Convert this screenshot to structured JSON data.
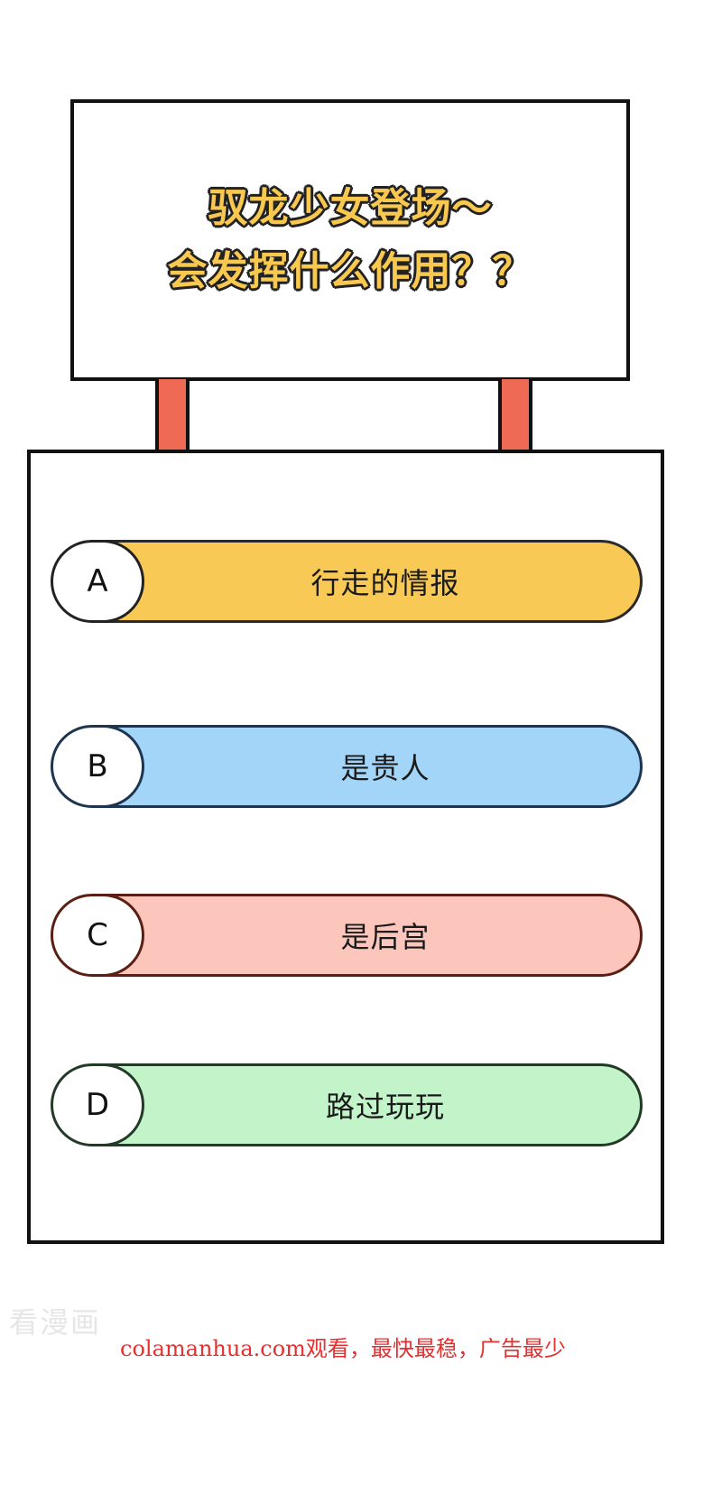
{
  "sign": {
    "line1": "驭龙少女登场～",
    "line2": "会发挥什么作用？？"
  },
  "options": [
    {
      "letter": "A",
      "text": "行走的情报"
    },
    {
      "letter": "B",
      "text": "是贵人"
    },
    {
      "letter": "C",
      "text": "是后宫"
    },
    {
      "letter": "D",
      "text": "路过玩玩"
    }
  ],
  "colors": {
    "option_a": "#f8c955",
    "option_b": "#a3d5f9",
    "option_c": "#fdc6bd",
    "option_d": "#c3f3c9",
    "post": "#ee6a55",
    "title_fill": "#f8c84f",
    "footer_text": "#e53030"
  },
  "watermark": "看漫画",
  "footer": {
    "text": "colamanhua.com观看，最快最稳，广告最少"
  }
}
